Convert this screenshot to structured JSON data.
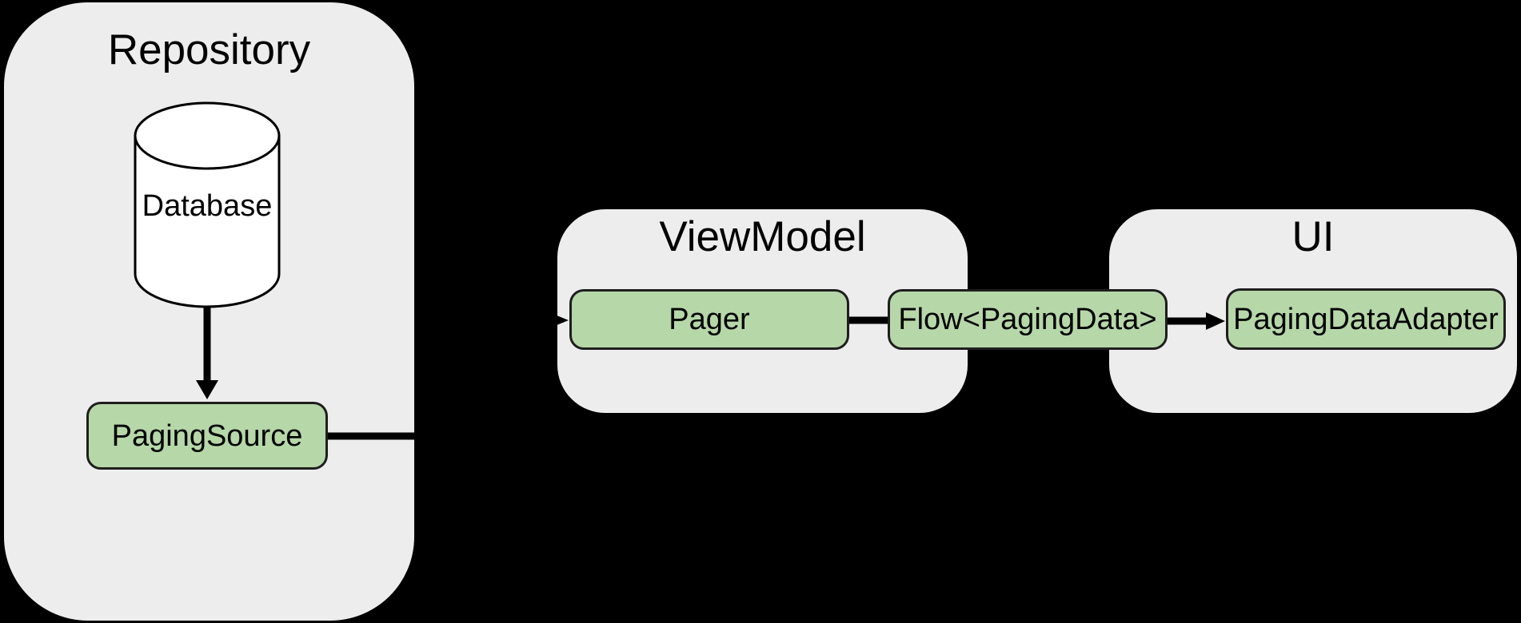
{
  "diagram": {
    "type": "architecture-flow",
    "background_color": "#000000",
    "colors": {
      "group_fill": "#ededed",
      "node_fill": "#b6d7a8",
      "node_border": "#1e1e1e",
      "connector": "#000000",
      "cylinder_fill": "#ffffff",
      "text": "#000000"
    },
    "groups": [
      {
        "id": "repository",
        "title": "Repository"
      },
      {
        "id": "viewmodel",
        "title": "ViewModel"
      },
      {
        "id": "ui",
        "title": "UI"
      }
    ],
    "nodes": [
      {
        "id": "database",
        "label": "Database",
        "shape": "cylinder",
        "group": "repository"
      },
      {
        "id": "paging-source",
        "label": "PagingSource",
        "shape": "rounded-rect",
        "group": "repository"
      },
      {
        "id": "pager",
        "label": "Pager",
        "shape": "rounded-rect",
        "group": "viewmodel"
      },
      {
        "id": "flow-paging-data",
        "label": "Flow<PagingData>",
        "shape": "rounded-rect"
      },
      {
        "id": "paging-data-adapter",
        "label": "PagingDataAdapter",
        "shape": "rounded-rect",
        "group": "ui"
      }
    ],
    "edges": [
      {
        "from": "Database",
        "to": "PagingSource",
        "arrow": true
      },
      {
        "from": "PagingSource",
        "to": "Pager",
        "arrow": true
      },
      {
        "from": "Pager",
        "to": "Flow<PagingData>",
        "arrow": false
      },
      {
        "from": "Flow<PagingData>",
        "to": "PagingDataAdapter",
        "arrow": true
      }
    ]
  }
}
